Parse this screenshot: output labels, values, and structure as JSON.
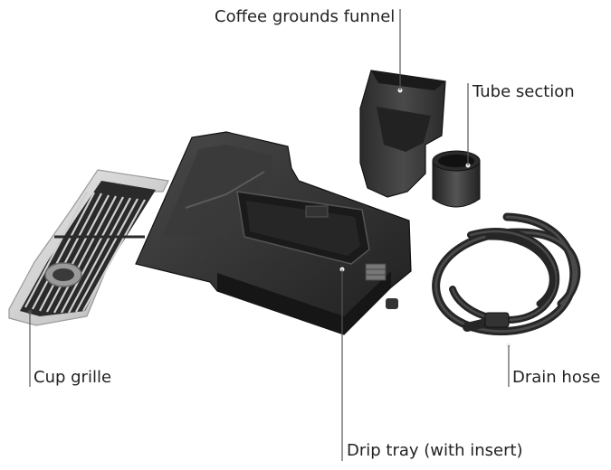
{
  "labels": {
    "coffee_grounds_funnel": "Coffee grounds funnel",
    "tube_section": "Tube section",
    "cup_grille": "Cup grille",
    "drain_hose": "Drain hose",
    "drip_tray": "Drip tray (with insert)"
  },
  "colors": {
    "part_dark": "#2a2a2a",
    "part_mid": "#3d3d3d",
    "part_light": "#555555",
    "grille_frame": "#d4d4d4",
    "leader_line": "#555555",
    "text": "#222222"
  }
}
